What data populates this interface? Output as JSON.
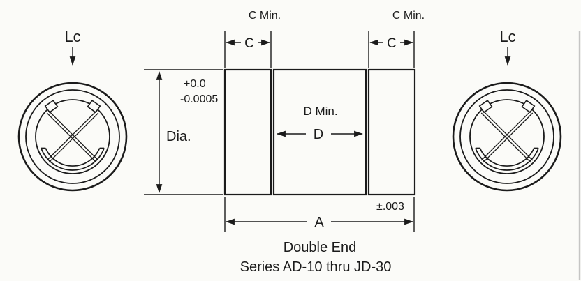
{
  "end_views": {
    "left_label": "Lc",
    "right_label": "Lc"
  },
  "dimensions": {
    "c_min_left": "C Min.",
    "c_min_right": "C Min.",
    "c_left": "C",
    "c_right": "C",
    "dia_label": "Dia.",
    "dia_tol_upper": "+0.0",
    "dia_tol_lower": "-0.0005",
    "d_min_label": "D Min.",
    "d_label": "D",
    "a_label": "A",
    "a_tol": "±.003"
  },
  "caption": {
    "line1": "Double End",
    "line2": "Series AD-10 thru JD-30"
  },
  "colors": {
    "line": "#1b1b1b",
    "background": "#fbfbf8"
  }
}
